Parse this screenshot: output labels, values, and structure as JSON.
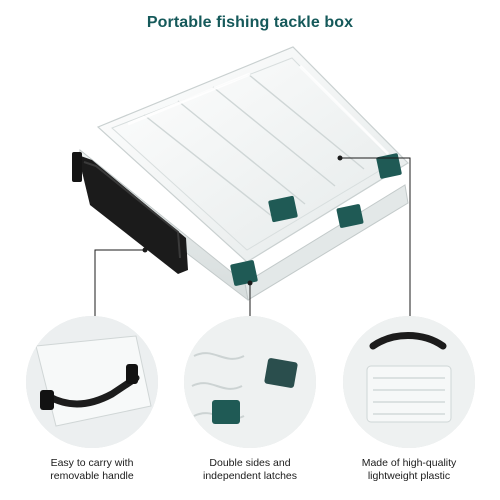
{
  "title": "Portable fishing tackle box",
  "colors": {
    "accent": "#15595a",
    "latch": "#1f5a55",
    "handle": "#1a1a1a",
    "plastic": "#eef1f1",
    "edge": "#c7cdcd"
  },
  "features": [
    {
      "line1": "Easy to carry with",
      "line2": "removable handle"
    },
    {
      "line1": "Double sides and",
      "line2": "independent latches"
    },
    {
      "line1": "Made of high-quality",
      "line2": "lightweight plastic"
    }
  ]
}
